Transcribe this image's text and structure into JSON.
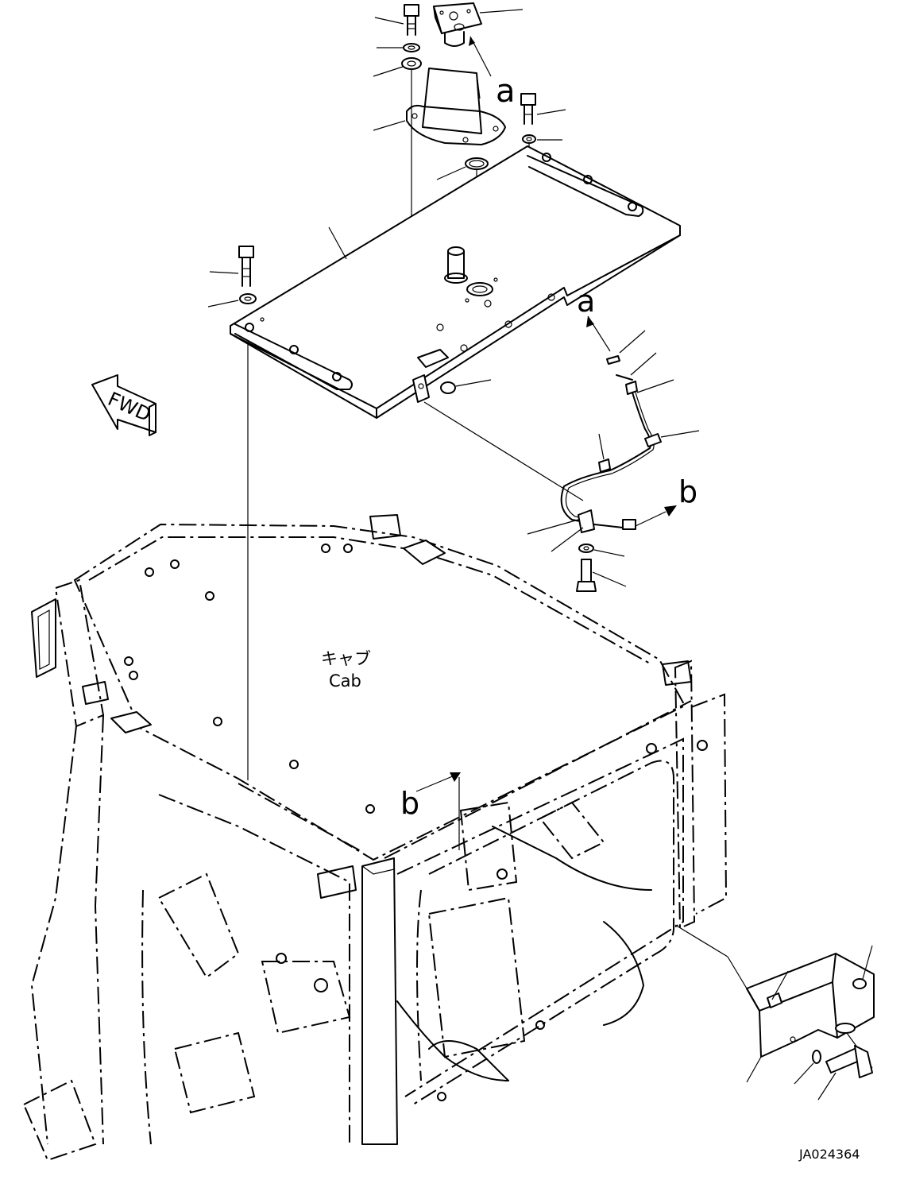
{
  "diagram": {
    "cab_label_jp": "キャブ",
    "cab_label_en": "Cab",
    "fwd_label": "FWD",
    "ref_a_top": "a",
    "ref_a_right": "a",
    "ref_b_right": "b",
    "ref_b_bottom": "b",
    "drawing_number": "JA024364"
  }
}
